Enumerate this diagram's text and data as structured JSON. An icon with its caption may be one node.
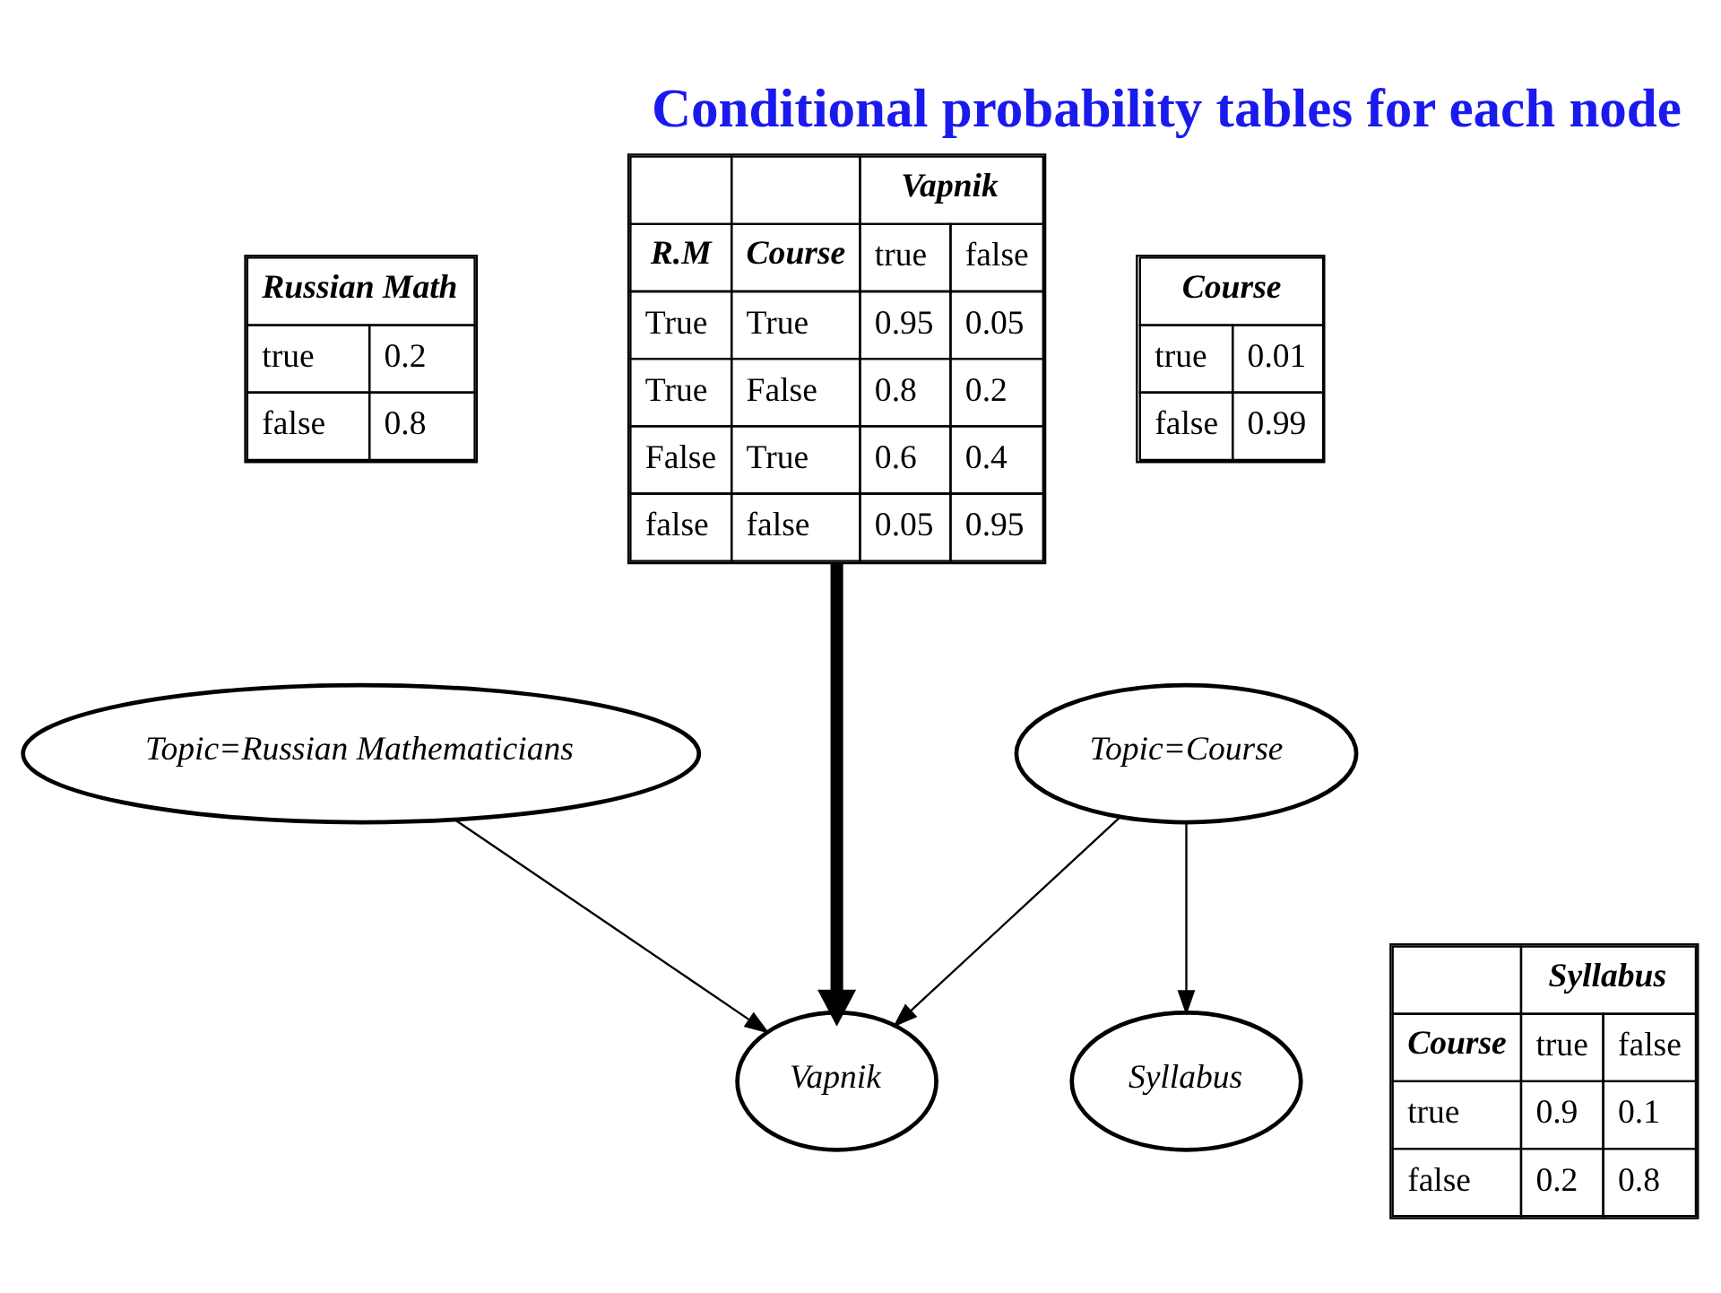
{
  "diagram": {
    "title": "Conditional probability tables for each node",
    "nodes": [
      {
        "text": [
          "Russian Math",
          "true",
          "0.2",
          "false",
          "0.8"
        ]
      },
      {
        "text": [
          "Vapnik",
          "R.M",
          "Course",
          "true",
          "false",
          "True",
          "True",
          "0.95",
          "0.05",
          "True",
          "False",
          "0.8",
          "0.2",
          "False",
          "True",
          "0.6",
          "0.4",
          "false",
          "false",
          "0.05",
          "0.95"
        ]
      },
      {
        "text": [
          "Course",
          "true",
          "0.01",
          "false",
          "0.99"
        ]
      },
      {
        "text": [
          "Topic=Russian Mathematicians"
        ]
      },
      {
        "text": [
          "Topic=Course"
        ]
      },
      {
        "text": [
          "Vapnik"
        ]
      },
      {
        "text": [
          "Syllabus"
        ]
      },
      {
        "text": [
          "Course",
          "Syllabus",
          "true",
          "false",
          "true",
          "0.9",
          "0.1",
          "false",
          "0.2",
          "0.8"
        ]
      }
    ],
    "edges": [
      {
        "from": 3,
        "to": 5,
        "arrow": "to"
      },
      {
        "from": 4,
        "to": 5,
        "arrow": "to"
      },
      {
        "from": 4,
        "to": 6,
        "arrow": "to"
      },
      {
        "from": 1,
        "to": 5,
        "arrow": "to",
        "style": "thick"
      }
    ]
  }
}
